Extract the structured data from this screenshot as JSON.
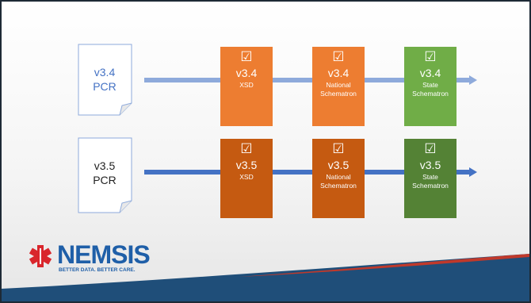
{
  "rows": [
    {
      "doc": {
        "line1": "v3.4",
        "line2": "PCR"
      },
      "boxes": [
        {
          "version": "v3.4",
          "sub1": "XSD",
          "sub2": "",
          "color": "#ed7d31"
        },
        {
          "version": "v3.4",
          "sub1": "National",
          "sub2": "Schematron",
          "color": "#ed7d31"
        },
        {
          "version": "v3.4",
          "sub1": "State",
          "sub2": "Schematron",
          "color": "#70ad47"
        }
      ]
    },
    {
      "doc": {
        "line1": "v3.5",
        "line2": "PCR"
      },
      "boxes": [
        {
          "version": "v3.5",
          "sub1": "XSD",
          "sub2": "",
          "color": "#c55a11"
        },
        {
          "version": "v3.5",
          "sub1": "National",
          "sub2": "Schematron",
          "color": "#c55a11"
        },
        {
          "version": "v3.5",
          "sub1": "State",
          "sub2": "Schematron",
          "color": "#548235"
        }
      ]
    }
  ],
  "check_glyph": "☑",
  "logo": {
    "name": "NEMSIS",
    "tagline": "BETTER DATA. BETTER CARE.",
    "icon": "star-of-life-icon"
  },
  "colors": {
    "arrow_row1": "#8eaadb",
    "arrow_row2": "#4472c4",
    "footer_band": "#1f4e79",
    "logo": "#1f5fa8",
    "star": "#d9262c"
  }
}
